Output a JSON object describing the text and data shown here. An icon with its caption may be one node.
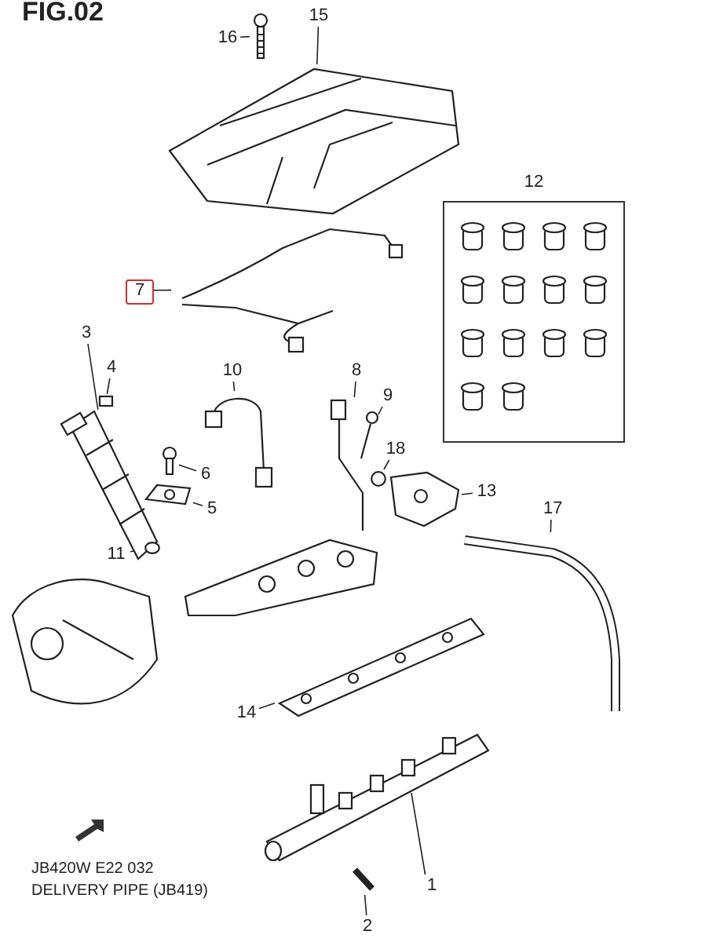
{
  "diagram": {
    "title": "FIG.02",
    "nodes": [
      {
        "text": [
          "16"
        ]
      },
      {
        "text": [],
        "shape": "picture"
      },
      {
        "text": [
          "15"
        ]
      },
      {
        "text": [],
        "shape": "picture"
      },
      {
        "text": [
          "12"
        ]
      },
      {
        "text": [
          "7"
        ]
      },
      {
        "text": [],
        "shape": "picture"
      },
      {
        "text": [
          "3"
        ]
      },
      {
        "text": [],
        "shape": "picture"
      },
      {
        "text": [
          "4"
        ]
      },
      {
        "text": [],
        "shape": "box"
      },
      {
        "text": [
          "10"
        ]
      },
      {
        "text": [],
        "shape": "picture"
      },
      {
        "text": [
          "6"
        ]
      },
      {
        "text": [],
        "shape": "picture"
      },
      {
        "text": [
          "5"
        ]
      },
      {
        "text": [],
        "shape": "picture"
      },
      {
        "text": [
          "11"
        ]
      },
      {
        "text": [],
        "shape": "circle"
      },
      {
        "text": [
          "8"
        ]
      },
      {
        "text": [],
        "shape": "picture"
      },
      {
        "text": [
          "9"
        ]
      },
      {
        "text": [],
        "shape": "picture"
      },
      {
        "text": [
          "18"
        ]
      },
      {
        "text": [],
        "shape": "circle"
      },
      {
        "text": [
          "13"
        ]
      },
      {
        "text": [],
        "shape": "picture"
      },
      {
        "text": [
          "17"
        ]
      },
      {
        "text": [],
        "shape": "picture"
      },
      {
        "text": [
          "14"
        ]
      },
      {
        "text": [],
        "shape": "picture"
      },
      {
        "text": [
          "1"
        ]
      },
      {
        "text": [],
        "shape": "picture"
      },
      {
        "text": [
          "2"
        ]
      },
      {
        "text": [],
        "shape": "picture"
      }
    ],
    "edges": [
      {
        "from": 0,
        "to": 1,
        "arrow": "none"
      },
      {
        "from": 2,
        "to": 3,
        "arrow": "none"
      },
      {
        "from": 5,
        "to": 6,
        "arrow": "none"
      },
      {
        "from": 7,
        "to": 8,
        "arrow": "none"
      },
      {
        "from": 9,
        "to": 10,
        "arrow": "none"
      },
      {
        "from": 11,
        "to": 12,
        "arrow": "none"
      },
      {
        "from": 13,
        "to": 14,
        "arrow": "none"
      },
      {
        "from": 15,
        "to": 16,
        "arrow": "none"
      },
      {
        "from": 17,
        "to": 18,
        "arrow": "none"
      },
      {
        "from": 19,
        "to": 20,
        "arrow": "none"
      },
      {
        "from": 21,
        "to": 22,
        "arrow": "none"
      },
      {
        "from": 23,
        "to": 24,
        "arrow": "none"
      },
      {
        "from": 25,
        "to": 26,
        "arrow": "none"
      },
      {
        "from": 27,
        "to": 28,
        "arrow": "none"
      },
      {
        "from": 29,
        "to": 30,
        "arrow": "none"
      },
      {
        "from": 31,
        "to": 32,
        "arrow": "none"
      },
      {
        "from": 33,
        "to": 34,
        "arrow": "none"
      }
    ],
    "labels": [
      "JB420W E22 032",
      "DELIVERY PIPE (JB419)"
    ]
  }
}
